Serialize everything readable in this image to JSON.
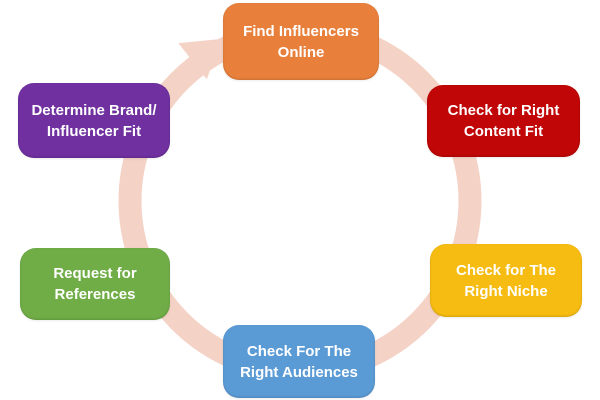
{
  "diagram": {
    "type": "cycle",
    "direction": "clockwise",
    "ring": {
      "color": "#F4D2C6"
    },
    "steps": [
      {
        "name": "find-influencers-online",
        "line1": "Find Influencers",
        "line2": "Online",
        "color": "#E8803C",
        "position": "top"
      },
      {
        "name": "check-for-right-content-fit",
        "line1": "Check for Right",
        "line2": "Content Fit",
        "color": "#C00606",
        "position": "top-right"
      },
      {
        "name": "check-for-the-right-niche",
        "line1": "Check for The",
        "line2": "Right Niche",
        "color": "#F6BC11",
        "position": "bottom-right"
      },
      {
        "name": "check-for-the-right-audiences",
        "line1": "Check For The",
        "line2": "Right Audiences",
        "color": "#5B9BD5",
        "position": "bottom"
      },
      {
        "name": "request-for-references",
        "line1": "Request for",
        "line2": "References",
        "color": "#70AD47",
        "position": "bottom-left"
      },
      {
        "name": "determine-brand-influencer-fit",
        "line1": "Determine Brand/",
        "line2": "Influencer Fit",
        "color": "#7030A0",
        "position": "top-left"
      }
    ],
    "text_color": "#FFFFFF"
  }
}
